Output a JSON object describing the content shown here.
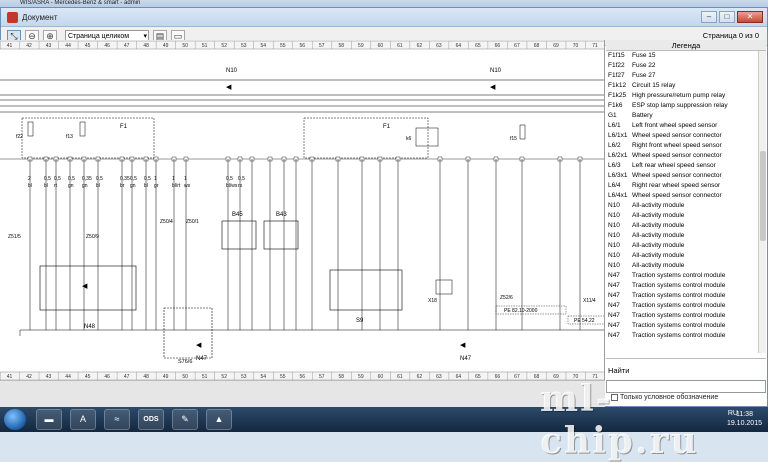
{
  "outer_window": {
    "title": "WIS/ASRA - Mercedes-Benz & smart - admin"
  },
  "doc_window": {
    "title": "Документ"
  },
  "toolbar": {
    "zoom_mode": "Страница целиком",
    "page_indicator": "Страница 0 из 0"
  },
  "schematic": {
    "grid_numbers": [
      "41",
      "42",
      "43",
      "44",
      "45",
      "46",
      "47",
      "48",
      "49",
      "50",
      "51",
      "52",
      "53",
      "54",
      "55",
      "56",
      "57",
      "58",
      "59",
      "60",
      "61",
      "62",
      "63",
      "64",
      "65",
      "66",
      "67",
      "68",
      "69",
      "70",
      "71"
    ],
    "component_labels": {
      "n10_left": "N10",
      "n10_right": "N10",
      "f1_left": "F1",
      "f1_right": "F1",
      "f22": "f22",
      "f13": "f13",
      "f15": "f15",
      "k6": "k6",
      "n48": "N48",
      "s76_6": "S76/6",
      "b45": "B45",
      "b43": "B43",
      "s9": "S9",
      "x18": "X18",
      "z51_5": "Z51/5",
      "z50_9": "Z50/9",
      "z50_4": "Z50/4",
      "z50_1": "Z50/1",
      "z52_6": "Z52/6",
      "x11_4": "X11/4",
      "n47_left": "N47",
      "n47_right": "N47",
      "pe1": "PE 82.10-2000",
      "pe2": "PE 54.22"
    },
    "wire_specs": [
      "2",
      "bl",
      "0,5",
      "bl",
      "0,5",
      "rt",
      "0,5",
      "gn",
      "0,35",
      "gn",
      "0,5",
      "bl",
      "0,35",
      "br",
      "0,5",
      "gn",
      "0,5",
      "bl",
      "1",
      "gr",
      "1",
      "bl/rt",
      "1",
      "ws",
      "0,5",
      "bl/ws",
      "0,5",
      "rs"
    ]
  },
  "legend": {
    "header": "Легенда",
    "items": [
      {
        "code": "F1f15",
        "desc": "Fuse 15"
      },
      {
        "code": "F1f22",
        "desc": "Fuse 22"
      },
      {
        "code": "F1f27",
        "desc": "Fuse 27"
      },
      {
        "code": "F1k12",
        "desc": "Circuit 15 relay"
      },
      {
        "code": "F1k25",
        "desc": "High pressure/return pump relay"
      },
      {
        "code": "F1k6",
        "desc": "ESP stop lamp suppression relay"
      },
      {
        "code": "G1",
        "desc": "Battery"
      },
      {
        "code": "L6/1",
        "desc": "Left front wheel speed sensor"
      },
      {
        "code": "L6/1x1",
        "desc": "Wheel speed sensor connector"
      },
      {
        "code": "L6/2",
        "desc": "Right front wheel speed sensor"
      },
      {
        "code": "L6/2x1",
        "desc": "Wheel speed sensor connector"
      },
      {
        "code": "L6/3",
        "desc": "Left rear wheel speed sensor"
      },
      {
        "code": "L6/3x1",
        "desc": "Wheel speed sensor connector"
      },
      {
        "code": "L6/4",
        "desc": "Right rear wheel speed sensor"
      },
      {
        "code": "L6/4x1",
        "desc": "Wheel speed sensor connector"
      },
      {
        "code": "N10",
        "desc": "All-activity module"
      },
      {
        "code": "N10",
        "desc": "All-activity module"
      },
      {
        "code": "N10",
        "desc": "All-activity module"
      },
      {
        "code": "N10",
        "desc": "All-activity module"
      },
      {
        "code": "N10",
        "desc": "All-activity module"
      },
      {
        "code": "N10",
        "desc": "All-activity module"
      },
      {
        "code": "N10",
        "desc": "All-activity module"
      },
      {
        "code": "N47",
        "desc": "Traction systems control module"
      },
      {
        "code": "N47",
        "desc": "Traction systems control module"
      },
      {
        "code": "N47",
        "desc": "Traction systems control module"
      },
      {
        "code": "N47",
        "desc": "Traction systems control module"
      },
      {
        "code": "N47",
        "desc": "Traction systems control module"
      },
      {
        "code": "N47",
        "desc": "Traction systems control module"
      },
      {
        "code": "N47",
        "desc": "Traction systems control module"
      }
    ],
    "find_label": "Найти",
    "strict_label": "Только условное обозначение"
  },
  "taskbar": {
    "apps": [
      "folder",
      "A",
      "wifi",
      "ODS",
      "pen",
      "car"
    ],
    "tray_lang": "RU",
    "clock_time": "11:38",
    "clock_date": "19.10.2015"
  },
  "watermark": "ml-chip.ru"
}
